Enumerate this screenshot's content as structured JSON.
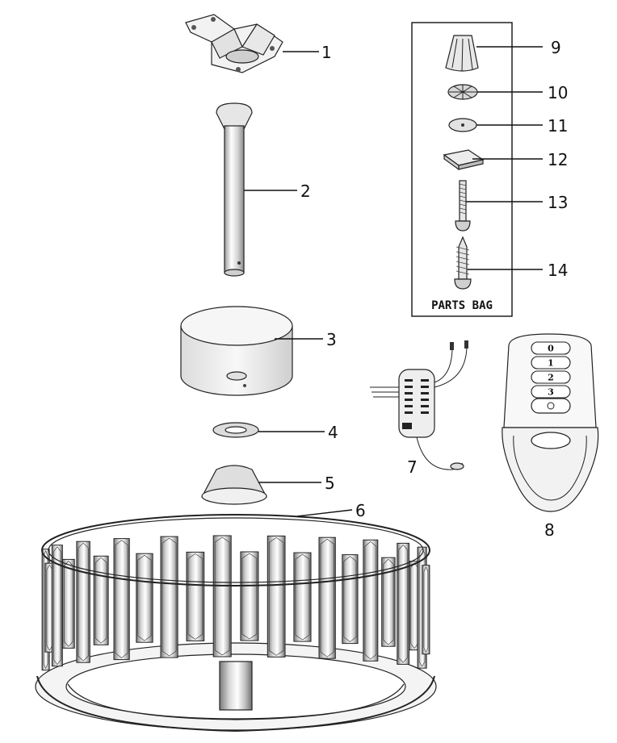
{
  "labels": {
    "p1": "1",
    "p2": "2",
    "p3": "3",
    "p4": "4",
    "p5": "5",
    "p6": "6",
    "p7": "7",
    "p8": "8",
    "p9": "9",
    "p10": "10",
    "p11": "11",
    "p12": "12",
    "p13": "13",
    "p14": "14"
  },
  "parts_bag_title": "PARTS BAG",
  "remote_buttons": [
    "0",
    "1",
    "2",
    "3"
  ],
  "colors": {
    "line": "#111111",
    "fill_light": "#f4f4f4",
    "fill_mid": "#d9d9d9",
    "fill_dark": "#9a9a9a"
  }
}
